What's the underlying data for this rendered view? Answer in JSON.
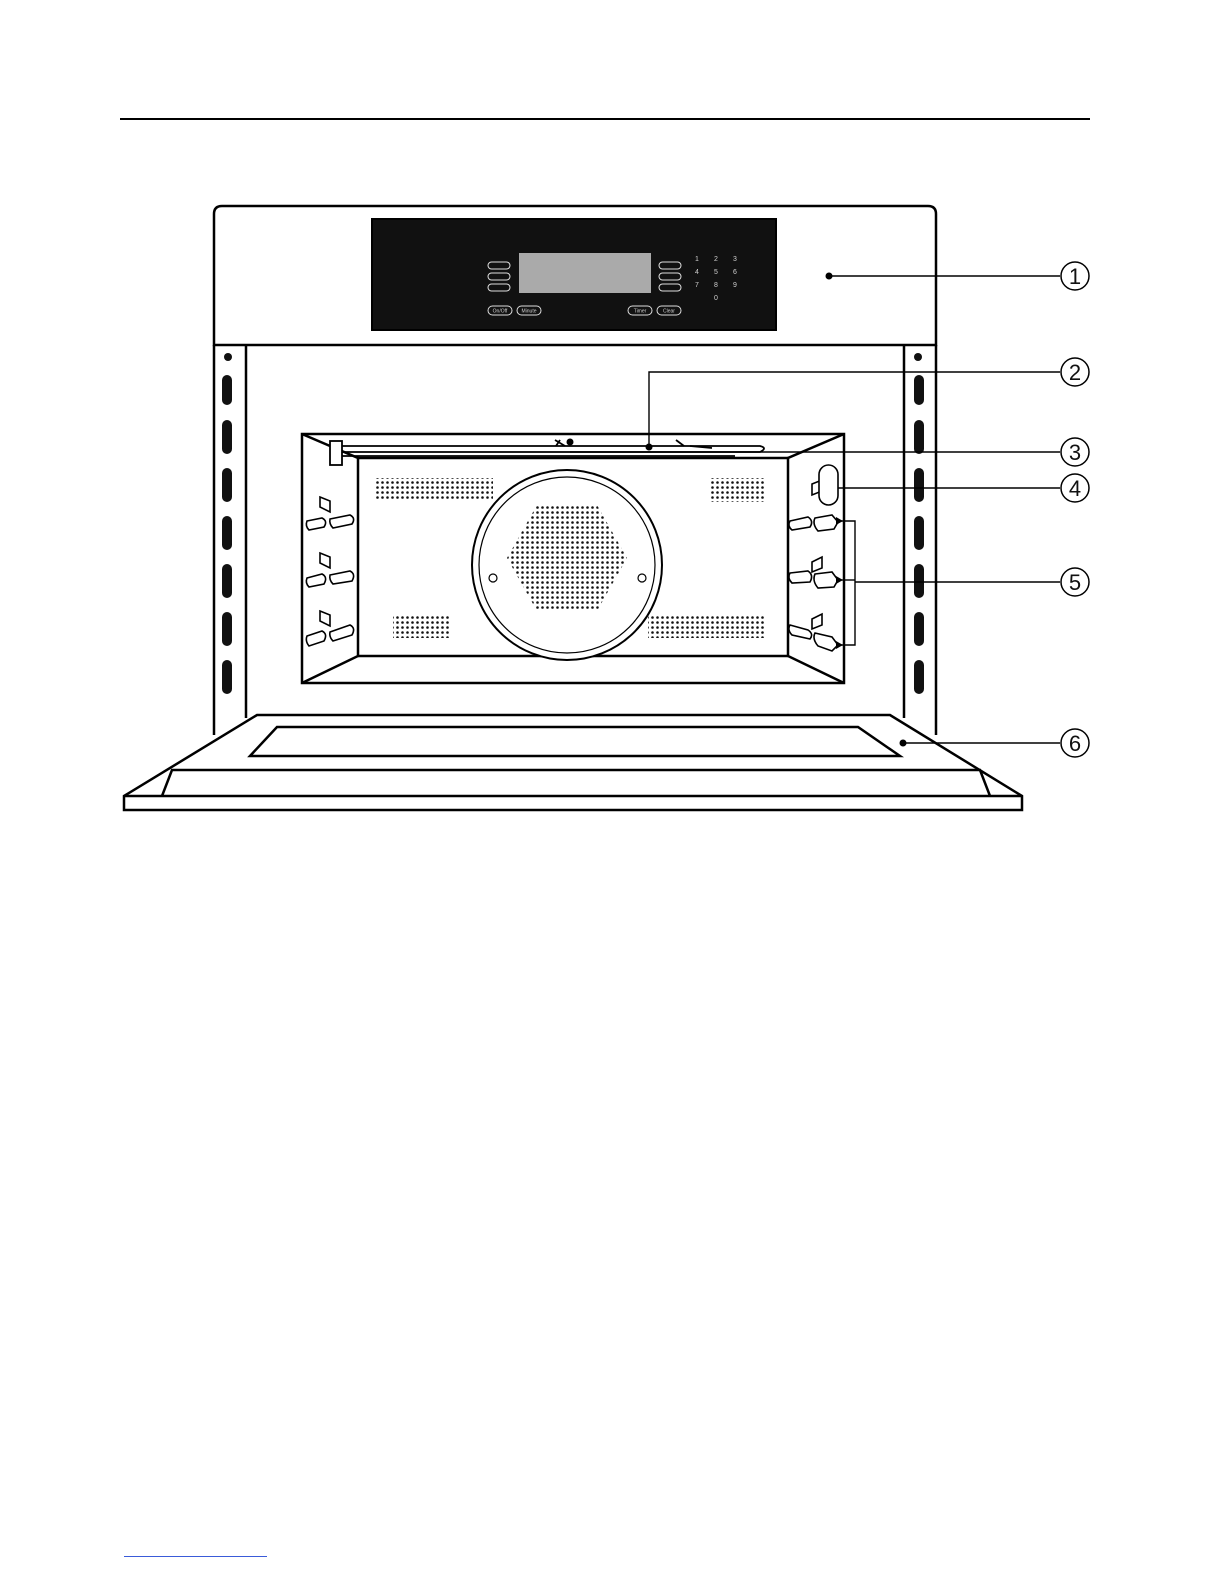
{
  "control_panel": {
    "buttons": {
      "on_off": "On/Off",
      "minute_minder": "Minute",
      "timer": "Timer",
      "clear": "Clear"
    },
    "keypad": [
      "1",
      "2",
      "3",
      "4",
      "5",
      "6",
      "7",
      "8",
      "9",
      "0"
    ]
  },
  "callouts": [
    "1",
    "2",
    "3",
    "4",
    "5",
    "6"
  ]
}
